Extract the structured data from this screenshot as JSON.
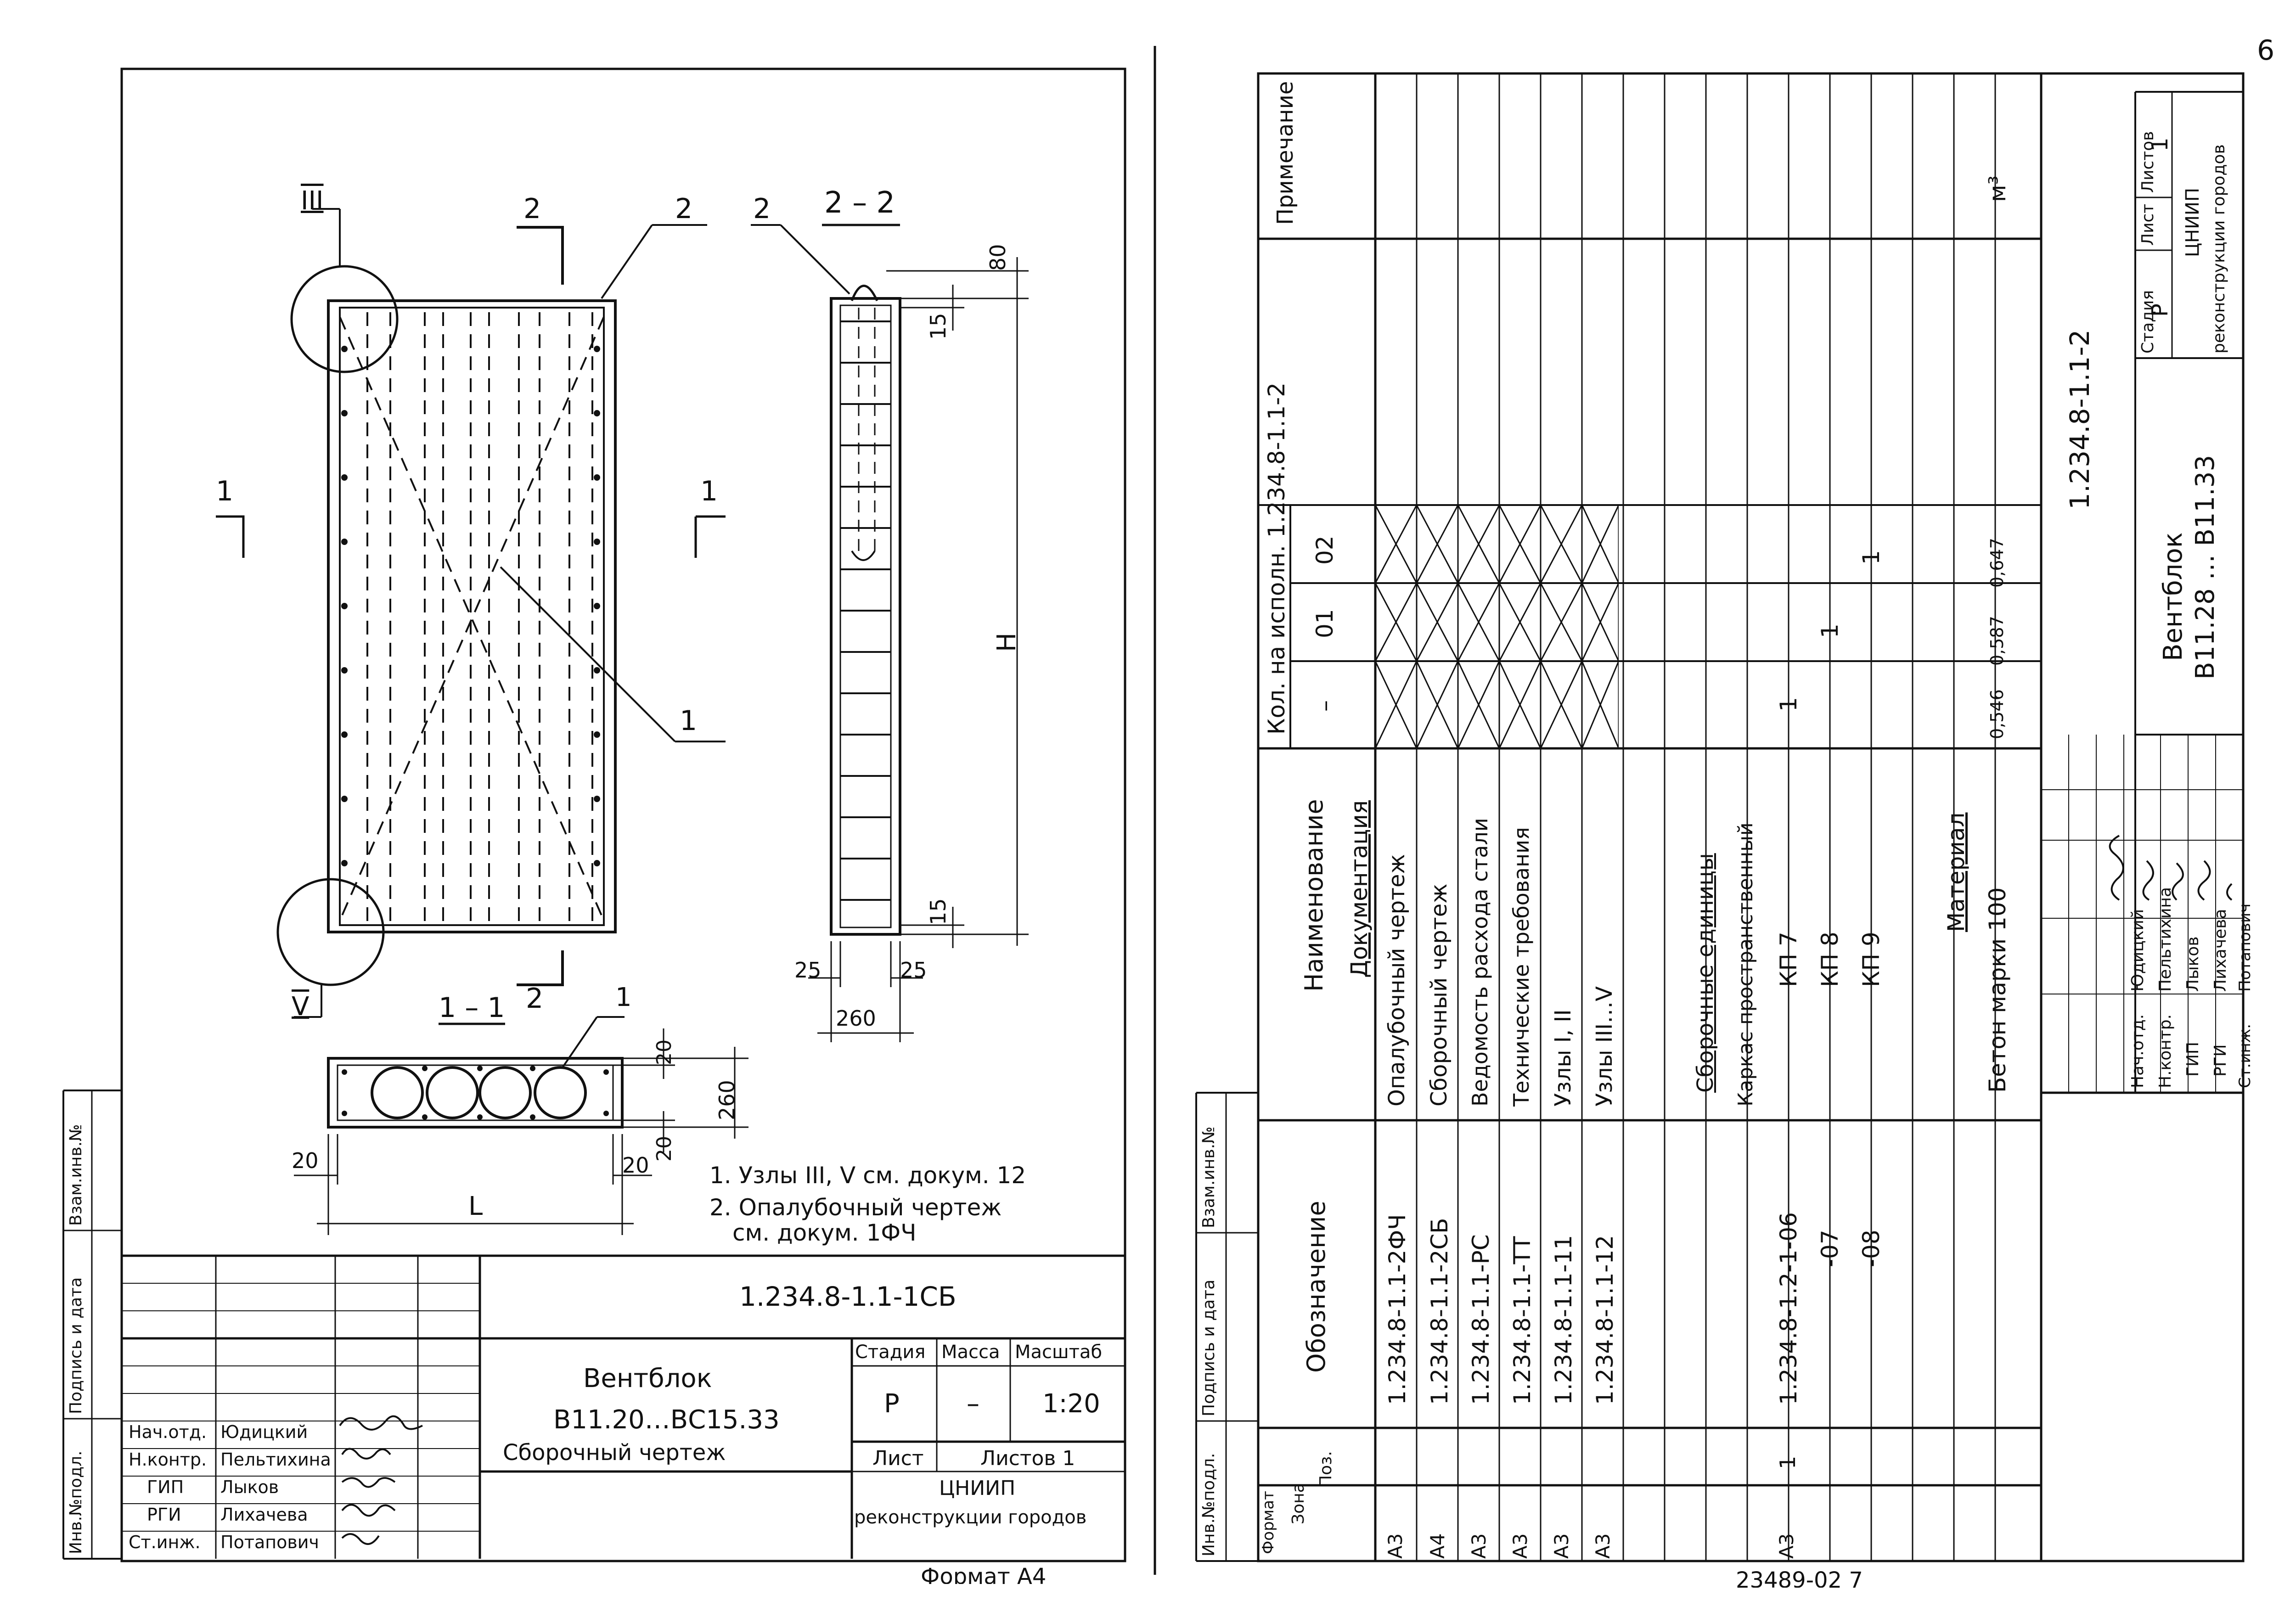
{
  "page_number": "6",
  "left_sheet": {
    "section_labels": {
      "cut_2": "2 – 2",
      "cut_1": "1 – 1",
      "node_3": "III",
      "node_5": "V",
      "mark_1": "1",
      "mark_2": "2"
    },
    "dimensions": {
      "d80": "80",
      "d15_top": "15",
      "d15_bot": "15",
      "H": "H",
      "d25_left": "25",
      "d25_right": "25",
      "d260_w": "260",
      "d260_h": "260",
      "d20_a": "20",
      "d20_b": "20",
      "d20_c": "20",
      "d20_d": "20",
      "L": "L"
    },
    "notes": [
      "1. Узлы III, V см. докум. 12",
      "2. Опалубочный чертеж",
      "см. докум. 1ФЧ"
    ],
    "side_stamp": [
      "Инв.№подл.",
      "Подпись и дата",
      "Взам.инв.№"
    ],
    "title_block": {
      "code": "1.234.8-1.1-1СБ",
      "name_line1": "Вентблок",
      "name_line2": "В11.20…ВС15.33",
      "name_line3": "Сборочный чертеж",
      "stage_h": "Стадия",
      "mass_h": "Масса",
      "scale_h": "Масштаб",
      "stage_v": "Р",
      "mass_v": "–",
      "scale_v": "1:20",
      "sheet_h": "Лист",
      "sheets_h": "Листов 1",
      "org1": "ЦНИИП",
      "org2": "реконструкции городов",
      "roles": [
        "Нач.отд.",
        "Н.контр.",
        "ГИП",
        "РГИ",
        "Ст.инж."
      ],
      "names": [
        "Юдицкий",
        "Пельтихина",
        "Лыков",
        "Лихачева",
        "Потапович"
      ]
    },
    "format": "Формат А4"
  },
  "right_sheet": {
    "side_stamp": [
      "Инв.№подл.",
      "Подпись и дата",
      "Взам.инв.№"
    ],
    "headers": {
      "format": "Формат",
      "zone": "Зона",
      "pos": "Поз.",
      "designation": "Обозначение",
      "name": "Наименование",
      "qty": "Кол. на исполн. 1.234.8-1.1-2",
      "note": "Примечание",
      "v_dash": "–",
      "v_01": "01",
      "v_02": "02"
    },
    "rows": [
      {
        "fmt": "",
        "pos": "",
        "des": "",
        "name": "Документация",
        "q1": "",
        "q2": "",
        "q3": "",
        "note": ""
      },
      {
        "fmt": "А3",
        "pos": "",
        "des": "1.234.8-1.1-2ФЧ",
        "name": "Опалубочный чертеж",
        "q1": "",
        "q2": "",
        "q3": "",
        "note": ""
      },
      {
        "fmt": "А4",
        "pos": "",
        "des": "1.234.8-1.1-2СБ",
        "name": "Сборочный чертеж",
        "q1": "",
        "q2": "",
        "q3": "",
        "note": ""
      },
      {
        "fmt": "А3",
        "pos": "",
        "des": "1.234.8-1.1-РС",
        "name": "Ведомость расхода стали",
        "q1": "",
        "q2": "",
        "q3": "",
        "note": ""
      },
      {
        "fmt": "А3",
        "pos": "",
        "des": "1.234.8-1.1-ТТ",
        "name": "Технические требования",
        "q1": "",
        "q2": "",
        "q3": "",
        "note": ""
      },
      {
        "fmt": "А3",
        "pos": "",
        "des": "1.234.8-1.1-11",
        "name": "Узлы I, II",
        "q1": "",
        "q2": "",
        "q3": "",
        "note": ""
      },
      {
        "fmt": "А3",
        "pos": "",
        "des": "1.234.8-1.1-12",
        "name": "Узлы III…V",
        "q1": "",
        "q2": "",
        "q3": "",
        "note": ""
      },
      {
        "fmt": "",
        "pos": "",
        "des": "",
        "name": "",
        "q1": "",
        "q2": "",
        "q3": "",
        "note": ""
      },
      {
        "fmt": "",
        "pos": "",
        "des": "",
        "name": "Сборочные единицы",
        "q1": "",
        "q2": "",
        "q3": "",
        "note": ""
      },
      {
        "fmt": "",
        "pos": "",
        "des": "",
        "name": "Каркас пространственный",
        "q1": "",
        "q2": "",
        "q3": "",
        "note": ""
      },
      {
        "fmt": "А3",
        "pos": "1",
        "des": "1.234.8-1.2-1-06",
        "name": "КП 7",
        "q1": "1",
        "q2": "",
        "q3": "",
        "note": ""
      },
      {
        "fmt": "",
        "pos": "",
        "des": "-07",
        "name": "КП 8",
        "q1": "",
        "q2": "1",
        "q3": "",
        "note": ""
      },
      {
        "fmt": "",
        "pos": "",
        "des": "-08",
        "name": "КП 9",
        "q1": "",
        "q2": "",
        "q3": "1",
        "note": ""
      },
      {
        "fmt": "",
        "pos": "",
        "des": "",
        "name": "",
        "q1": "",
        "q2": "",
        "q3": "",
        "note": ""
      },
      {
        "fmt": "",
        "pos": "",
        "des": "",
        "name": "Материал",
        "q1": "",
        "q2": "",
        "q3": "",
        "note": ""
      },
      {
        "fmt": "",
        "pos": "",
        "des": "",
        "name": "Бетон марки 100",
        "q1": "0,546",
        "q2": "0,587",
        "q3": "0,647",
        "note": "м³"
      },
      {
        "fmt": "",
        "pos": "",
        "des": "",
        "name": "",
        "q1": "",
        "q2": "",
        "q3": "",
        "note": ""
      },
      {
        "fmt": "",
        "pos": "",
        "des": "",
        "name": "",
        "q1": "",
        "q2": "",
        "q3": "",
        "note": ""
      }
    ],
    "title_block": {
      "code": "1.234.8-1.1-2",
      "name_line1": "Вентблок",
      "name_line2": "В11.28 … В11.33",
      "stage_h": "Стадия",
      "sheet_h": "Лист",
      "sheets_h": "Листов",
      "stage_v": "Р",
      "sheets_v": "1",
      "org1": "ЦНИИП",
      "org2": "реконструкции городов",
      "roles": [
        "Нач.отд.",
        "Н.контр.",
        "ГИП",
        "РГИ",
        "Ст.инж."
      ],
      "names": [
        "Юдицкий",
        "Пельтихина",
        "Лыков",
        "Лихачева",
        "Потапович"
      ]
    },
    "bottom_code": "23489-02 7"
  }
}
